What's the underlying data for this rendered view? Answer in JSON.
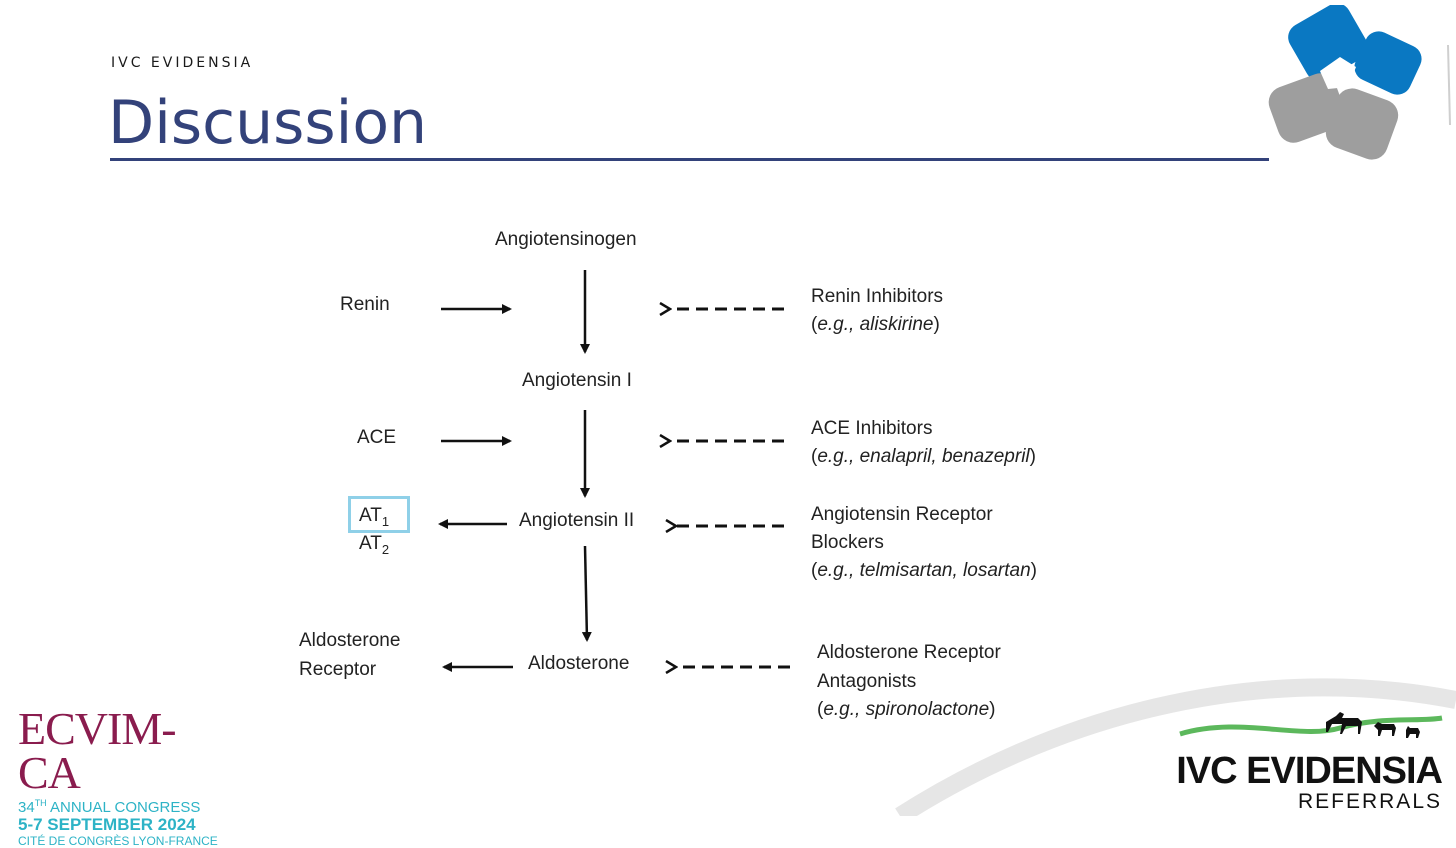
{
  "header": {
    "brand": "IVC EVIDENSIA",
    "title": "Discussion"
  },
  "diagram": {
    "pathway": {
      "angiotensinogen": "Angiotensinogen",
      "angiotensin_1": "Angiotensin I",
      "angiotensin_2": "Angiotensin II",
      "aldosterone": "Aldosterone"
    },
    "enzymes": {
      "renin": "Renin",
      "ace": "ACE",
      "at1_base": "AT",
      "at1_sub": "1",
      "at2_base": "AT",
      "at2_sub": "2",
      "aldo_receptor_line1": "Aldosterone",
      "aldo_receptor_line2": "Receptor"
    },
    "inhibitors": {
      "renin_inhibitors": "Renin Inhibitors",
      "renin_example": "e.g., aliskirine",
      "ace_inhibitors": "ACE Inhibitors",
      "ace_example": "e.g., enalapril, benazepril",
      "arb_line1": "Angiotensin Receptor",
      "arb_line2": "Blockers",
      "arb_example": "e.g., telmisartan, losartan",
      "ara_line1": "Aldosterone Receptor",
      "ara_line2": "Antagonists",
      "ara_example": "e.g., spironolactone"
    },
    "highlight_color": "#8fd0e8"
  },
  "footer": {
    "ecvim_title": "ECVIM-CA",
    "ecvim_ordinal": "34",
    "ecvim_ordinal_suffix": "TH",
    "ecvim_congress": " ANNUAL CONGRESS",
    "ecvim_dates": "5-7 SEPTEMBER 2024",
    "ecvim_venue": "CITÉ DE CONGRÈS LYON-FRANCE",
    "ivc_main": "IVC EVIDENSIA",
    "ivc_sub": "REFERRALS"
  },
  "colors": {
    "title": "#33427a",
    "ecvim_maroon": "#8a1c4e",
    "ecvim_teal": "#2db3c6",
    "logo_blue": "#0a78c2",
    "logo_gray": "#9e9e9e",
    "wave_green": "#5cb85c"
  }
}
